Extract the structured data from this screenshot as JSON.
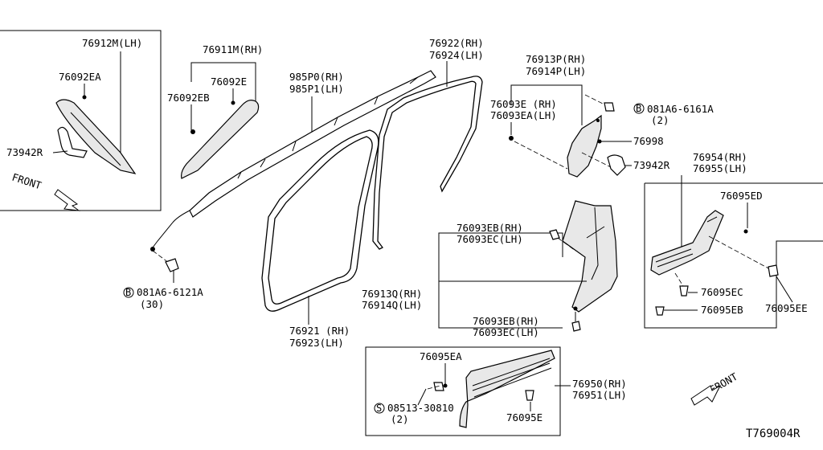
{
  "diagram_id": "T769004R",
  "front_labels": [
    "FRONT",
    "FRONT"
  ],
  "labels": {
    "p76912M": "76912M(LH)",
    "p76092EA": "76092EA",
    "p73942R_a": "73942R",
    "p76911M": "76911M(RH)",
    "p76092E": "76092E",
    "p76092EB": "76092EB",
    "p985P0": "985P0(RH)",
    "p985P1": "985P1(LH)",
    "p76922": "76922(RH)",
    "p76924": "76924(LH)",
    "p76913P": "76913P(RH)",
    "p76914P": "76914P(LH)",
    "p76093E": "76093E (RH)",
    "p76093EA": "76093EA(LH)",
    "p081A6_6161A": "081A6-6161A",
    "p081A6_6161A_qty": "(2)",
    "p76998": "76998",
    "p73942R_b": "73942R",
    "p76954": "76954(RH)",
    "p76955": "76955(LH)",
    "p76095ED": "76095ED",
    "p76095EC": "76095EC",
    "p76095EB": "76095EB",
    "p76095EE": "76095EE",
    "p76093EB_top": "76093EB(RH)",
    "p76093EC_top": "76093EC(LH)",
    "p76913Q": "76913Q(RH)",
    "p76914Q": "76914Q(LH)",
    "p76093EB_bot": "76093EB(RH)",
    "p76093EC_bot": "76093EC(LH)",
    "p081A6_6121A": "081A6-6121A",
    "p081A6_6121A_qty": "(30)",
    "p76921": "76921 (RH)",
    "p76923": "76923(LH)",
    "p76095EA": "76095EA",
    "p08513_30810": "08513-30810",
    "p08513_30810_qty": "(2)",
    "p76950": "76950(RH)",
    "p76951": "76951(LH)",
    "p76095E": "76095E"
  },
  "symbols": {
    "bolt_b": "B",
    "screw_s": "S"
  }
}
